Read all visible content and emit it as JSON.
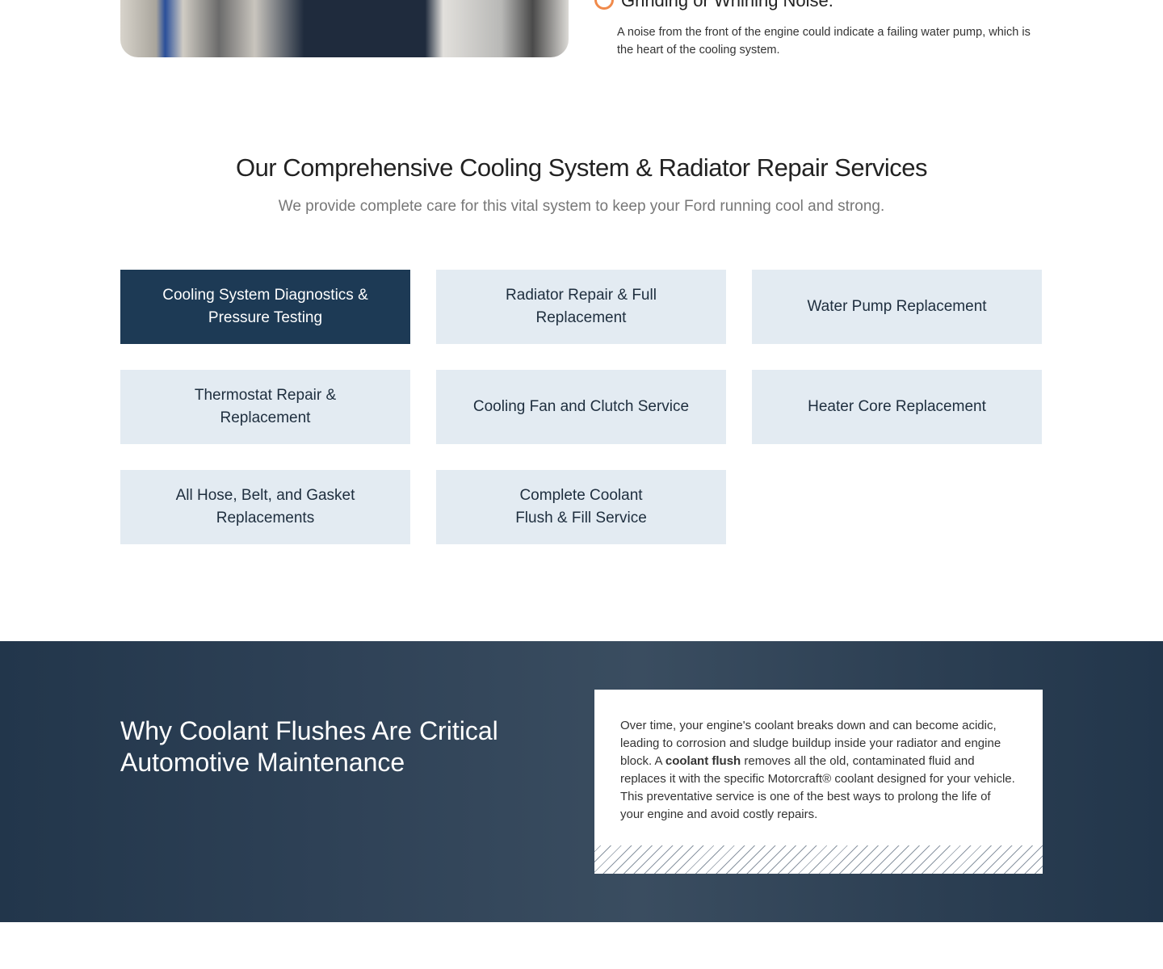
{
  "symptom": {
    "title": "Grinding or Whining Noise:",
    "text": "A noise from the front of the engine could indicate a failing water pump, which is the heart of the cooling system."
  },
  "services": {
    "title": "Our Comprehensive Cooling System & Radiator Repair Services",
    "subtitle": "We provide complete care for this vital system to keep your Ford running cool and strong.",
    "items": [
      "Cooling System Diagnostics & Pressure Testing",
      "Radiator Repair & Full Replacement",
      "Water Pump Replacement",
      "Thermostat Repair & Replacement",
      "Cooling Fan and Clutch Service",
      "Heater Core Replacement",
      "All Hose, Belt, and Gasket Replacements",
      "Complete Coolant Flush & Fill Service"
    ]
  },
  "why": {
    "title": "Why Coolant Flushes Are Critical Automotive Maintenance",
    "text_before": "Over time, your engine's coolant breaks down and can become acidic, leading to corrosion and sludge buildup inside your radiator and engine block. A ",
    "bold": "coolant flush",
    "text_after": " removes all the old, contaminated fluid and replaces it with the specific Motorcraft® coolant designed for your vehicle. This preventative service is one of the best ways to prolong the life of your engine and avoid costly repairs."
  }
}
